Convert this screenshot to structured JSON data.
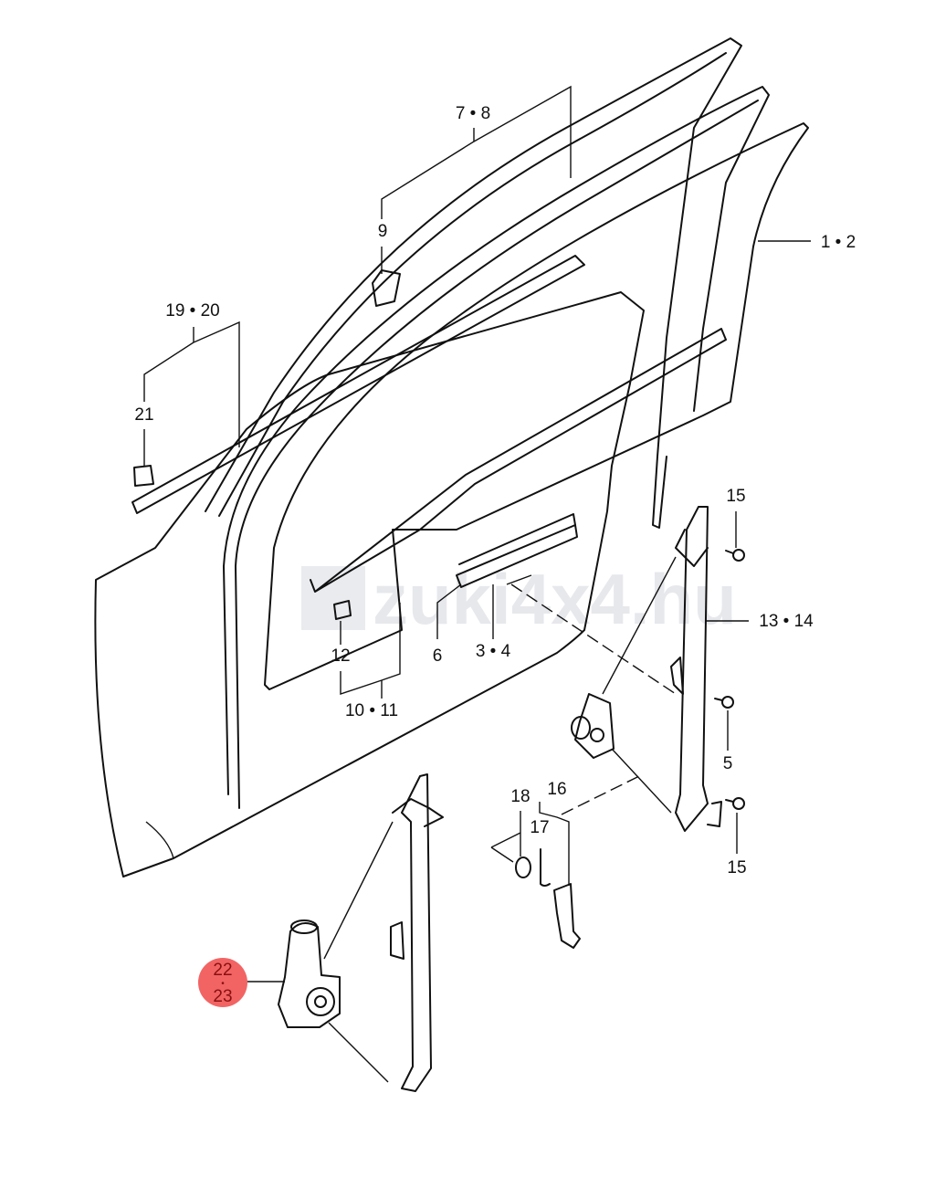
{
  "watermark": "zuki4x4.hu",
  "colors": {
    "highlight": "#f26464",
    "highlight_text": "#8a1010",
    "line": "#111111"
  },
  "callouts": {
    "c7_8": "7 • 8",
    "c9": "9",
    "c1_2": "1 • 2",
    "c19_20": "19 • 20",
    "c21": "21",
    "c15_top": "15",
    "c13_14": "13 • 14",
    "c12": "12",
    "c6": "6",
    "c3_4": "3 • 4",
    "c10_11": "10 • 11",
    "c5": "5",
    "c18": "18",
    "c16": "16",
    "c17": "17",
    "c15_bottom": "15",
    "c22_23": {
      "top": "22",
      "dot": "•",
      "bottom": "23"
    }
  }
}
